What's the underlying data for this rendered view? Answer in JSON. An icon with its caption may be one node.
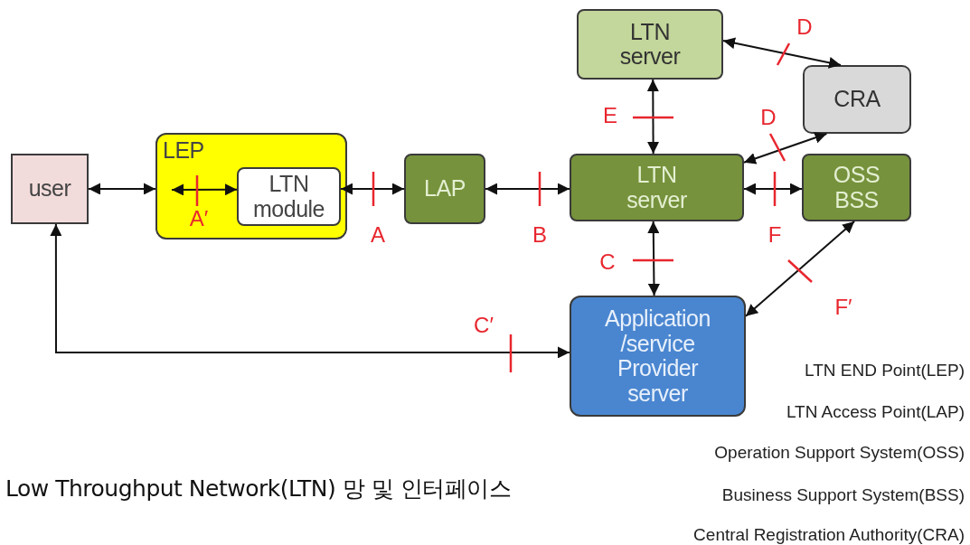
{
  "diagram": {
    "caption": "Low Throughput Network(LTN) 망 및 인터페이스",
    "nodes": [
      {
        "text": [
          "user"
        ]
      },
      {
        "text": [
          "LEP"
        ]
      },
      {
        "text": [
          "LTN module"
        ],
        "in": 1
      },
      {
        "text": [
          "LAP"
        ]
      },
      {
        "text": [
          "LTN server"
        ]
      },
      {
        "text": [
          "LTN server"
        ]
      },
      {
        "text": [
          "CRA"
        ]
      },
      {
        "text": [
          "OSS BSS"
        ]
      },
      {
        "text": [
          "Application /service Provider server"
        ]
      }
    ],
    "edges": [
      {
        "from": 0,
        "to": 1,
        "arrow": "both"
      },
      {
        "from": null,
        "to": 2,
        "arrow": "both",
        "label": "A′"
      },
      {
        "from": 2,
        "to": 3,
        "arrow": "both",
        "label": "A"
      },
      {
        "from": 3,
        "to": 4,
        "arrow": "both",
        "label": "B"
      },
      {
        "from": 5,
        "to": 4,
        "arrow": "both",
        "label": "E"
      },
      {
        "from": 5,
        "to": 6,
        "arrow": "both",
        "label": "D"
      },
      {
        "from": 6,
        "to": 4,
        "arrow": "both",
        "label": "D"
      },
      {
        "from": 4,
        "to": 7,
        "arrow": "both",
        "label": "F"
      },
      {
        "from": 4,
        "to": 8,
        "arrow": "both",
        "label": "C"
      },
      {
        "from": 8,
        "to": 7,
        "arrow": "both",
        "label": "F′"
      },
      {
        "from": 0,
        "to": 8,
        "arrow": "both",
        "label": "C′"
      }
    ],
    "labels": [
      "LTN END Point(LEP)",
      "LTN Access Point(LAP)",
      "Operation Support System(OSS)",
      "Business Support System(BSS)",
      "Central Registration Authority(CRA)"
    ]
  }
}
